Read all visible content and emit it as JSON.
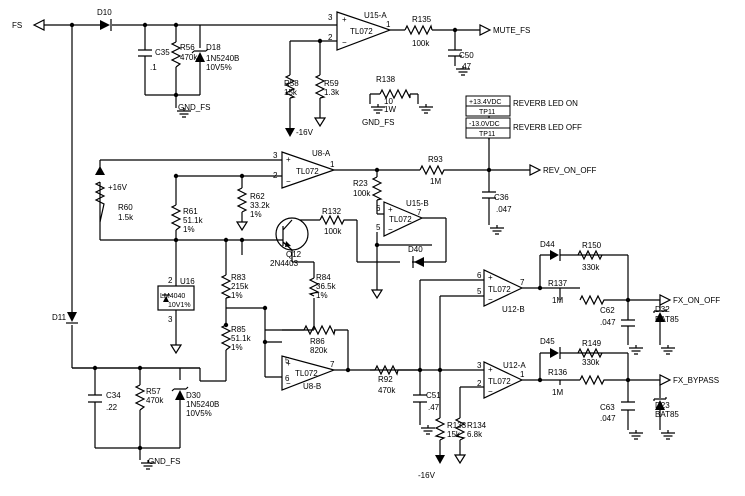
{
  "nets": {
    "fs": "FS",
    "mute_fs": "MUTE_FS",
    "rev_on_off": "REV_ON_OFF",
    "fx_on_off": "FX_ON_OFF",
    "fx_bypass": "FX_BYPASS",
    "plus16": "+16V",
    "minus16_a": "-16V",
    "minus16_b": "-16V",
    "gnd_fs_1": "GND_FS",
    "gnd_fs_2": "GND_FS",
    "gnd_fs_3": "GND_FS"
  },
  "testpoints": {
    "tp_on_v": "+13.4VDC",
    "tp_on_name": "TP11",
    "tp_on_label": "REVERB LED ON",
    "tp_off_v": "-13.0VDC",
    "tp_off_name": "TP11",
    "tp_off_label": "REVERB LED OFF"
  },
  "opamps": {
    "u15a_ref": "U15-A",
    "u15a_type": "TL072",
    "u8a_ref": "U8-A",
    "u8a_type": "TL072",
    "u15b_ref": "U15-B",
    "u15b_type": "TL072",
    "u8b_ref": "U8-B",
    "u8b_type": "TL072",
    "u12b_ref": "U12-B",
    "u12b_type": "TL072",
    "u12a_ref": "U12-A",
    "u12a_type": "TL072"
  },
  "pins": {
    "u15a_in_p": "3",
    "u15a_in_n": "2",
    "u15a_out": "1",
    "u8a_in_p": "3",
    "u8a_in_n": "2",
    "u8a_out": "1",
    "u15b_in_p": "6",
    "u15b_in_n": "5",
    "u15b_out": "7",
    "u8b_in_p": "5",
    "u8b_in_n": "6",
    "u8b_out": "7",
    "u12b_in_p": "6",
    "u12b_in_n": "5",
    "u12b_out": "7",
    "u12a_in_p": "3",
    "u12a_in_n": "2",
    "u12a_out": "1",
    "u16_p2": "2",
    "u16_p3": "3"
  },
  "components": {
    "d10": "D10",
    "c35_ref": "C35",
    "c35_val": ".1",
    "r56_ref": "R56",
    "r56_val": "470k",
    "d18_ref": "D18",
    "d18_type": "1N5240B",
    "d18_val": "10V5%",
    "r135_ref": "R135",
    "r135_val": "100k",
    "c50_ref": "C50",
    "c50_val": ".47",
    "r58_ref": "R58",
    "r58_val": "15k",
    "r59_ref": "R59",
    "r59_val": "1.3k",
    "r138_ref": "R138",
    "r138_val": "10",
    "r138_pwr": "1W",
    "r93_ref": "R93",
    "r93_val": "1M",
    "r23_ref": "R23",
    "r23_val": "100k",
    "c36_ref": "C36",
    "c36_val": ".047",
    "r60_ref": "R60",
    "r60_val": "1.5k",
    "r61_ref": "R61",
    "r61_val": "51.1k",
    "r61_tol": "1%",
    "r62_ref": "R62",
    "r62_val": "33.2k",
    "r62_tol": "1%",
    "r132_ref": "R132",
    "r132_val": "100k",
    "q12_ref": "Q12",
    "q12_type": "2N4403",
    "d40": "D40",
    "u16_ref": "U16",
    "u16_type": "LM4040",
    "u16_val": "10V1%",
    "r83_ref": "R83",
    "r83_val": "215k",
    "r83_tol": "1%",
    "r84_ref": "R84",
    "r84_val": "36.5k",
    "r84_tol": "1%",
    "r85_ref": "R85",
    "r85_val": "51.1k",
    "r85_tol": "1%",
    "r86_ref": "R86",
    "r86_val": "820k",
    "d11": "D11",
    "c34_ref": "C34",
    "c34_val": ".22",
    "r57_ref": "R57",
    "r57_val": "470k",
    "d30_ref": "D30",
    "d30_type": "1N5240B",
    "d30_val": "10V5%",
    "r92_ref": "R92",
    "r92_val": "470k",
    "c51_ref": "C51",
    "c51_val": ".47",
    "r133_ref": "R133",
    "r133_val": "15k",
    "r134_ref": "R134",
    "r134_val": "6.8k",
    "d44": "D44",
    "r150_ref": "R150",
    "r150_val": "330k",
    "r137_ref": "R137",
    "r137_val": "1M",
    "c62_ref": "C62",
    "c62_val": ".047",
    "d32_ref": "D32",
    "d32_type": "BAT85",
    "d45": "D45",
    "r149_ref": "R149",
    "r149_val": "330k",
    "r136_ref": "R136",
    "r136_val": "1M",
    "c63_ref": "C63",
    "c63_val": ".047",
    "d23_ref": "D23",
    "d23_type": "BAT85"
  }
}
